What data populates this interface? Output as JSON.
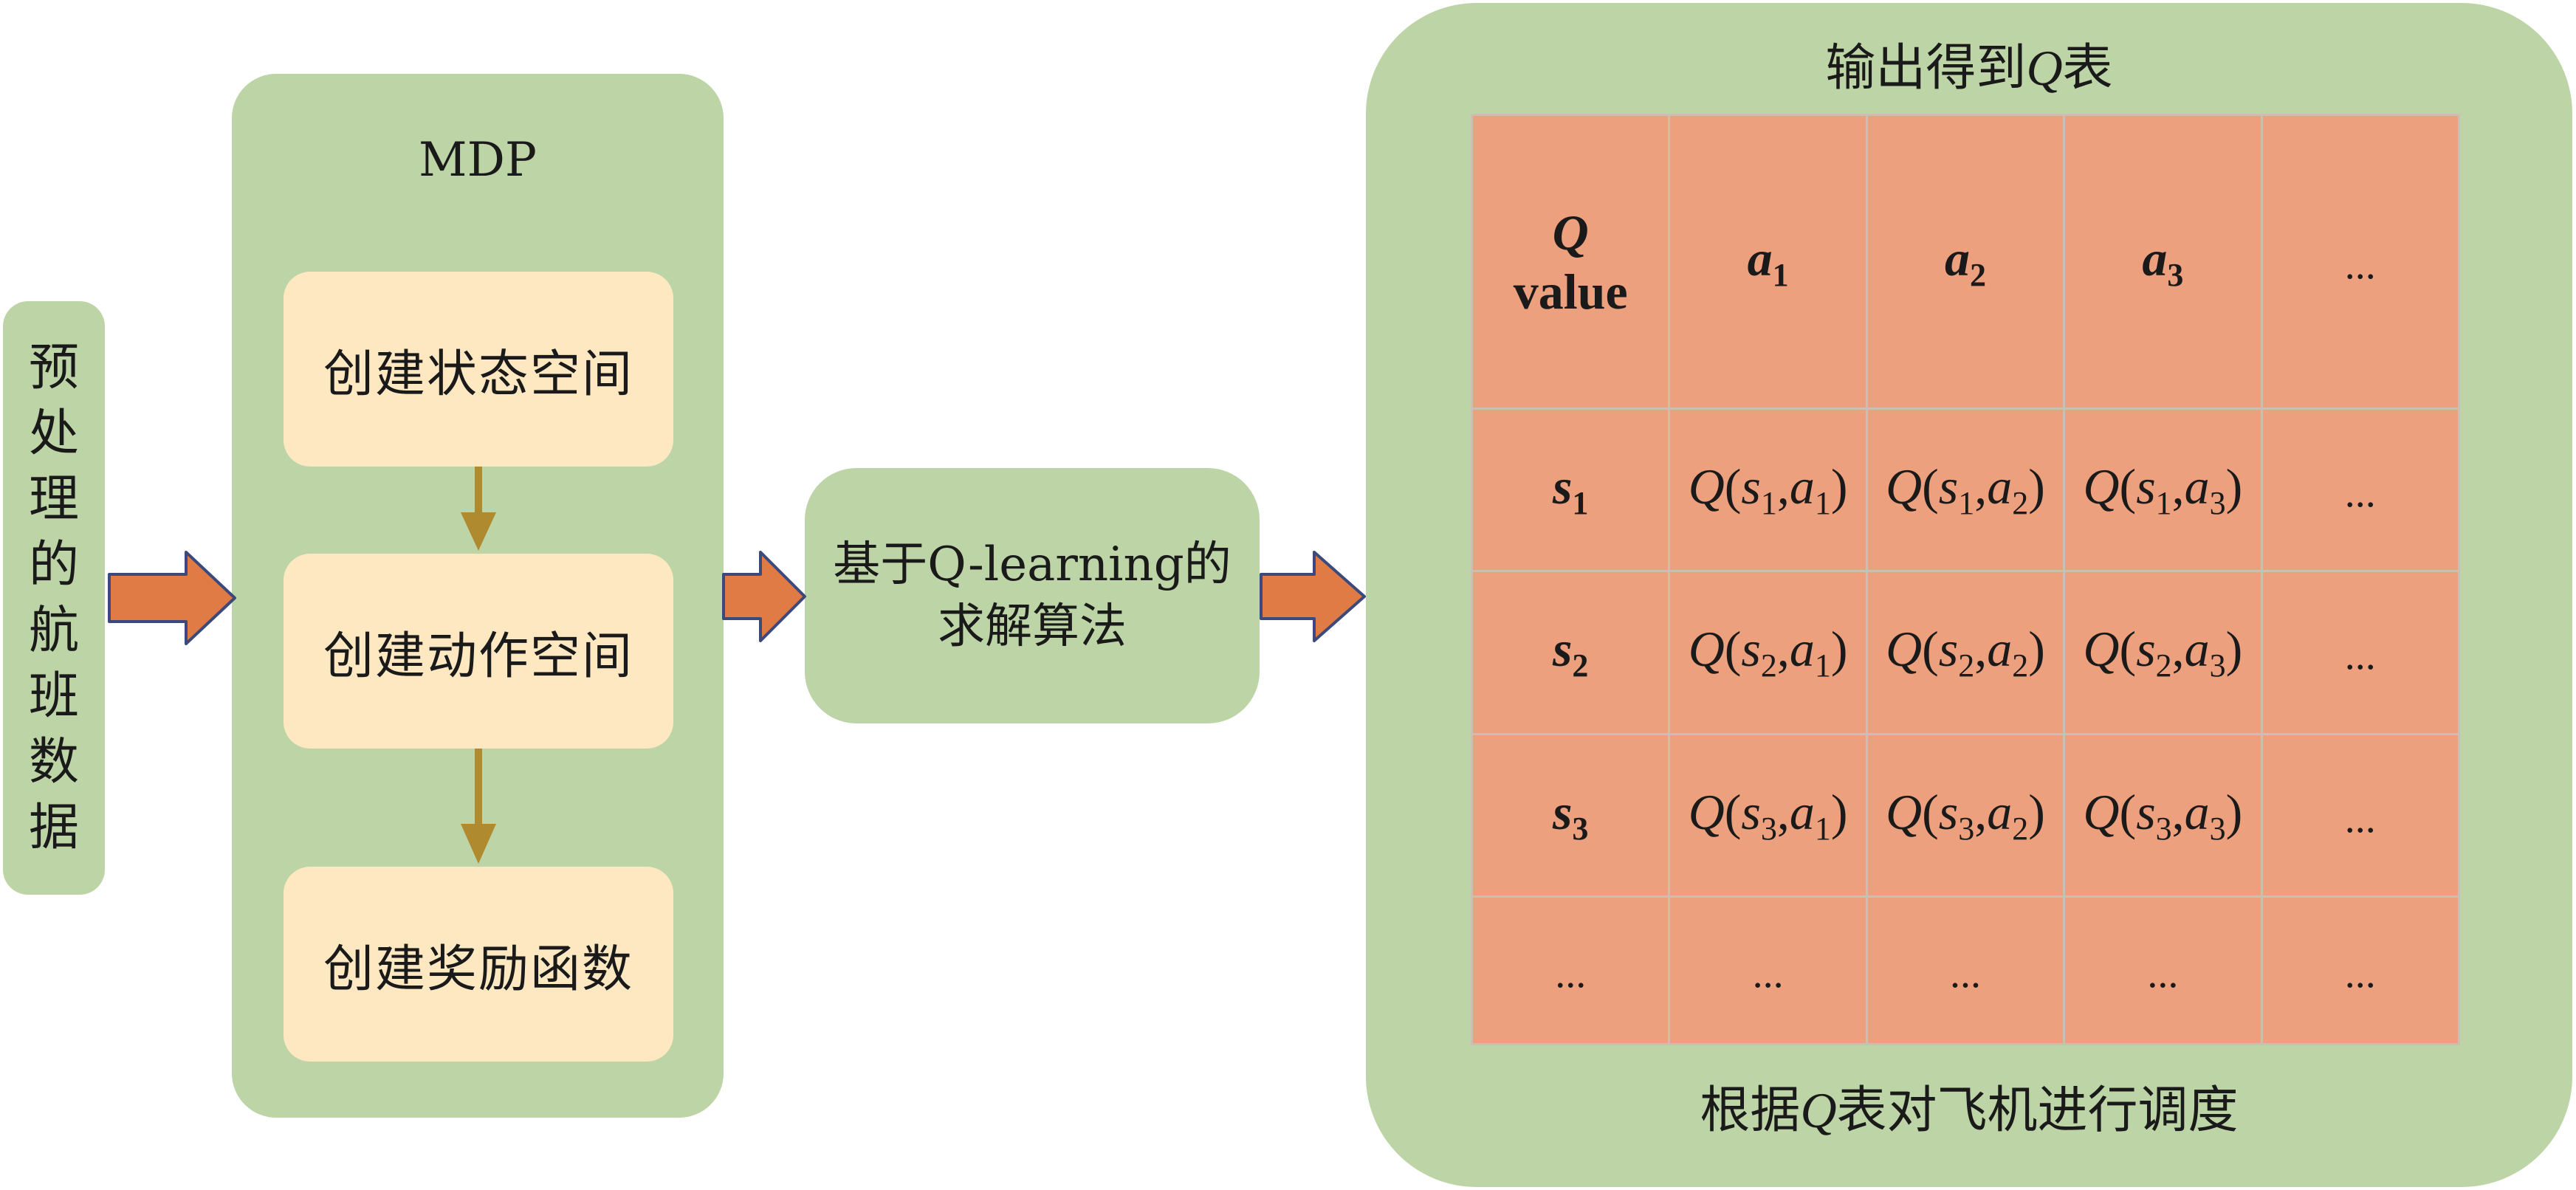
{
  "preprocess": {
    "label": "预处理的航班数据"
  },
  "mdp": {
    "title": "MDP",
    "steps": [
      "创建状态空间",
      "创建动作空间",
      "创建奖励函数"
    ]
  },
  "solver": {
    "label_line1": "基于Q-learning的",
    "label_line2": "求解算法"
  },
  "output": {
    "title_prefix": "输出得到",
    "title_q": "Q",
    "title_suffix": "表",
    "footer_prefix": "根据",
    "footer_q": "Q",
    "footer_suffix": "表对飞机进行调度"
  },
  "qtable": {
    "corner_q": "Q",
    "corner_value": "value",
    "actions": [
      "a1",
      "a2",
      "a3"
    ],
    "states": [
      "s1",
      "s2",
      "s3"
    ],
    "ellipsis": "..."
  },
  "colors": {
    "panel_green": "#bdd5a6",
    "box_cream": "#fde8c2",
    "table_salmon": "#eca07d",
    "flow_arrow": "#e07b45",
    "flow_arrow_outline": "#3b4a7a",
    "step_arrow": "#b08a2e"
  }
}
